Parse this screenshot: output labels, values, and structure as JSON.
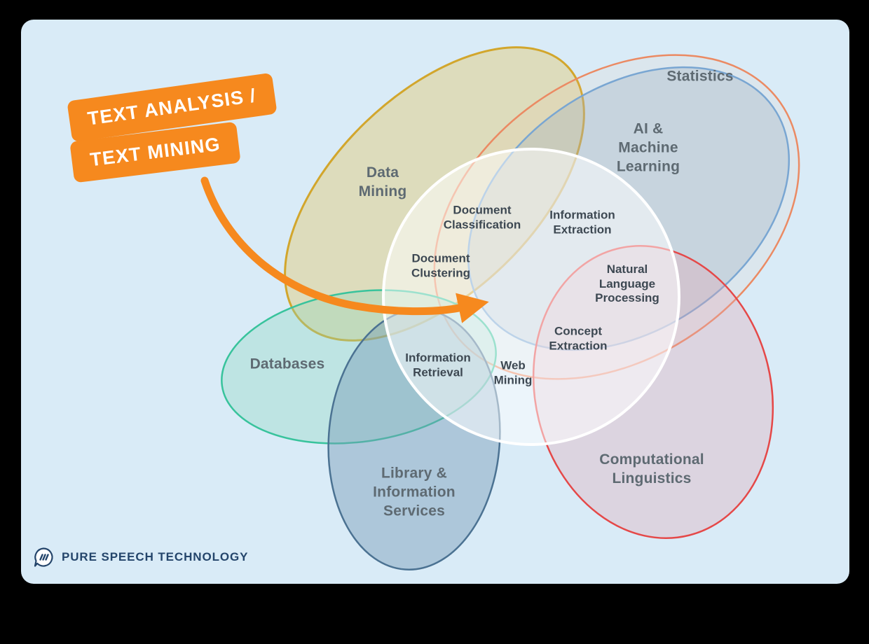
{
  "card": {
    "bg": "#d9ebf7"
  },
  "badge": {
    "line1": "TEXT ANALYSIS /",
    "line2": "TEXT MINING",
    "bg": "#f6891e",
    "text_color": "#ffffff"
  },
  "fields": [
    {
      "name": "data-mining",
      "label": "Data\nMining",
      "stroke": "#d2a62c",
      "fill": "rgba(224, 208, 140, 0.55)"
    },
    {
      "name": "ai-machine-learning",
      "label": "AI &\nMachine\nLearning",
      "stroke": "#6ba4d9",
      "fill": "rgba(150, 175, 198, 0.33)"
    },
    {
      "name": "statistics",
      "label": "Statistics",
      "stroke": "#eb8a63",
      "fill": "rgba(243, 189, 160, 0.10)"
    },
    {
      "name": "databases",
      "label": "Databases",
      "stroke": "#38c39c",
      "fill": "rgba(140, 216, 190, 0.35)"
    },
    {
      "name": "library-information-services",
      "label": "Library &\nInformation\nServices",
      "stroke": "#4b7292",
      "fill": "rgba(120, 155, 182, 0.45)"
    },
    {
      "name": "computational-linguistics",
      "label": "Computational\nLinguistics",
      "stroke": "#e54848",
      "fill": "rgba(229, 167, 178, 0.33)"
    }
  ],
  "center_circle": {
    "stroke": "#ffffff",
    "fill": "rgba(255, 255, 255, 0.50)"
  },
  "center_terms": [
    {
      "label": "Document\nClassification"
    },
    {
      "label": "Information\nExtraction"
    },
    {
      "label": "Document\nClustering"
    },
    {
      "label": "Natural\nLanguage\nProcessing"
    },
    {
      "label": "Concept\nExtraction"
    },
    {
      "label": "Information\nRetrieval"
    },
    {
      "label": "Web\nMining"
    }
  ],
  "arrow": {
    "color": "#f6891e"
  },
  "logo": {
    "text": "PURE SPEECH TECHNOLOGY",
    "color": "#24456b"
  }
}
